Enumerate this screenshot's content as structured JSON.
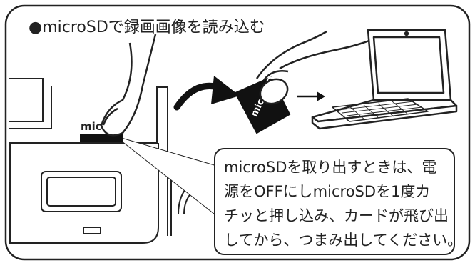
{
  "title": "●microSDで録画画像を読み込む",
  "device_label": "mic",
  "card_text": "microSD",
  "note": {
    "lines": [
      "microSDを取り出すときは、電",
      "源をOFFにしmicroSDを1度カ",
      "チッと押し込み、カードが飛び出",
      "してから、つまみ出してください。"
    ]
  },
  "colors": {
    "stroke": "#222222",
    "fill": "#ffffff",
    "card": "#111111"
  },
  "icons": [
    "finger-icon",
    "curved-arrow-icon",
    "right-arrow-icon",
    "laptop-icon",
    "microsd-card-icon"
  ]
}
